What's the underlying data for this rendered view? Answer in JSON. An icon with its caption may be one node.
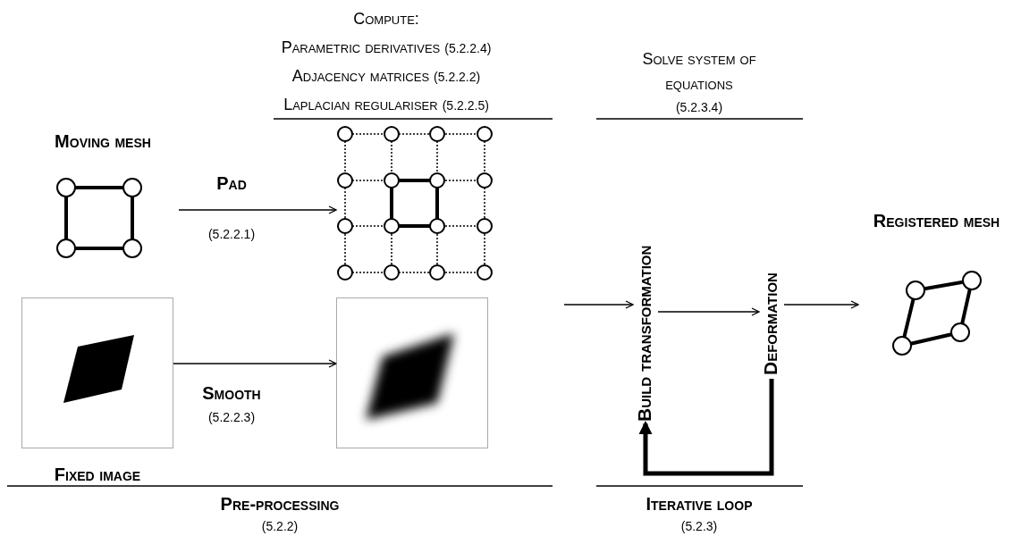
{
  "diagram": {
    "nodes": [
      {
        "text": [
          "Moving mesh"
        ]
      },
      {
        "text": [],
        "shape": "picture"
      },
      {
        "text": [
          "Fixed image"
        ]
      },
      {
        "text": [],
        "shape": "picture"
      },
      {
        "text": [
          "Build transformation"
        ]
      },
      {
        "text": [
          "Deformation"
        ]
      },
      {
        "text": [
          "Registered mesh"
        ]
      }
    ],
    "edges": [
      {
        "from": 0,
        "to": 1,
        "arrow": "to",
        "label": "Pad"
      },
      {
        "from": 2,
        "to": 3,
        "arrow": "to",
        "label": "Smooth"
      },
      {
        "from": null,
        "to": 4,
        "arrow": "to"
      },
      {
        "from": 4,
        "to": 5,
        "arrow": "to"
      },
      {
        "from": 5,
        "to": 4,
        "arrow": "to",
        "style": "thick"
      },
      {
        "from": 5,
        "to": 6,
        "arrow": "to"
      }
    ],
    "labels": [
      "Compute:",
      "Parametric derivatives",
      "(5.2.2.4)",
      "Adjacency matrices",
      "(5.2.2.2)",
      "Laplacian regulariser",
      "(5.2.2.5)",
      "Solve system of equations",
      "(5.2.3.4)",
      "(5.2.2.1)",
      "(5.2.2.3)",
      "Pre-processing",
      "(5.2.2)",
      "Iterative loop",
      "(5.2.3)"
    ]
  }
}
